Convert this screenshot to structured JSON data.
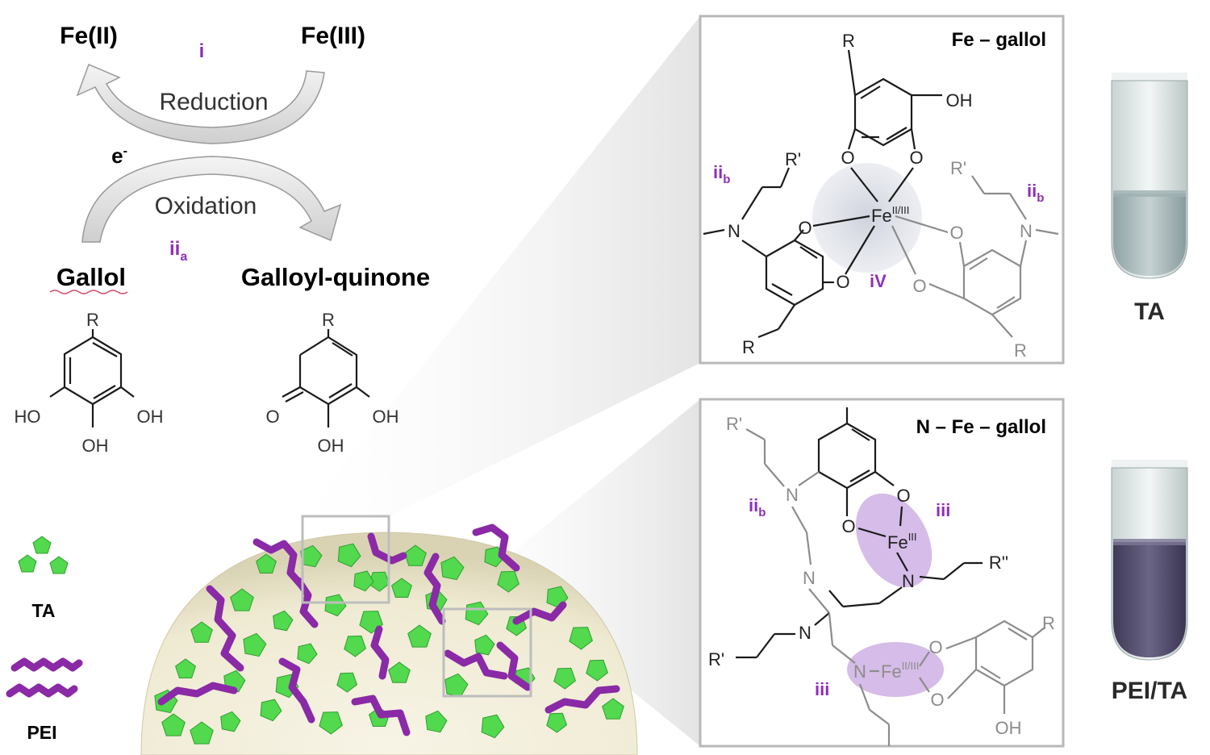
{
  "cycle": {
    "fe2": "Fe(II)",
    "fe3": "Fe(III)",
    "label_i": "i",
    "reduction": "Reduction",
    "electron": "e",
    "electron_sup": "-",
    "oxidation": "Oxidation",
    "label_iia": "ii",
    "label_iia_sub": "a",
    "gallol": "Gallol",
    "galloyl_quinone": "Galloyl-quinone"
  },
  "gallol_struct": {
    "r": "R",
    "ho": "HO",
    "oh_right": "OH",
    "oh_bottom": "OH"
  },
  "quinone_struct": {
    "r": "R",
    "o": "O",
    "oh_right": "OH",
    "oh_bottom": "OH"
  },
  "legend": {
    "ta": "TA",
    "pei": "PEI"
  },
  "panel_top": {
    "title": "Fe – gallol",
    "r_top": "R",
    "oh": "OH",
    "o1": "O",
    "o2": "O",
    "o3": "O",
    "o4": "O",
    "o5": "O",
    "o6": "O",
    "fe": "Fe",
    "fe_sup": "II/III",
    "rprime_left": "R'",
    "rprime_right": "R'",
    "n_left": "N",
    "n_right": "N",
    "iib_left": "ii",
    "iib_right": "ii",
    "sub_b": "b",
    "iv": "iV",
    "r_bottom_left": "R",
    "r_bottom_right": "R"
  },
  "panel_bottom": {
    "title": "N – Fe – gallol",
    "rprime_top": "R'",
    "rprime_left": "R'",
    "r_dprime": "R''",
    "n1": "N",
    "n2": "N",
    "n3": "N",
    "n4": "N",
    "n5": "N",
    "o1": "O",
    "o2": "O",
    "o3": "O",
    "o4": "O",
    "fe3": "Fe",
    "fe3_sup": "III",
    "fe23": "Fe",
    "fe23_sup": "II/III",
    "iib": "ii",
    "sub_b": "b",
    "iii_top": "iii",
    "iii_bottom": "iii",
    "r_right": "R",
    "oh": "OH"
  },
  "vials": {
    "top": "TA",
    "bottom": "PEI/TA"
  },
  "colors": {
    "purple": "#8e2fb8",
    "ta_green": "#52d94e",
    "pei_purple": "#8a2aa6",
    "sphere": "#f3efdc"
  }
}
